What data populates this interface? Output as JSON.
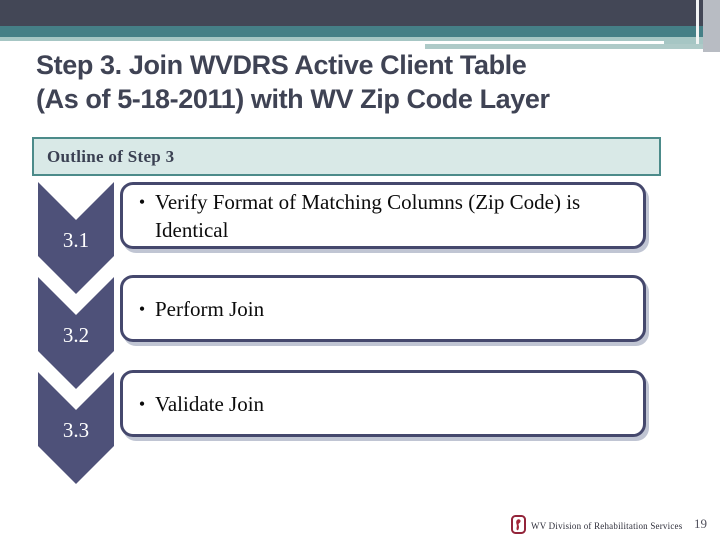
{
  "header": {
    "title_line1": "Step 3. Join WVDRS Active Client Table",
    "title_line2": "(As of 5-18-2011) with WV Zip Code Layer"
  },
  "outline": {
    "header": "Outline of Step 3"
  },
  "bullet_char": "•",
  "steps": [
    {
      "id": "3.1",
      "text": "Verify Format of Matching Columns (Zip Code) is Identical"
    },
    {
      "id": "3.2",
      "text": "Perform Join"
    },
    {
      "id": "3.3",
      "text": "Validate Join"
    }
  ],
  "footer": {
    "org": "WV Division of Rehabilitation Services",
    "page": "19"
  },
  "colors": {
    "banner_dark": "#434756",
    "accent_teal": "#457f86",
    "accent_teal_light": "#a6c6c4",
    "chevron_purple": "#4e5179",
    "box_border_navy": "#45486d",
    "outline_fill": "#d9e9e7",
    "outline_border": "#4c8b8a",
    "logo_maroon": "#93243a"
  }
}
